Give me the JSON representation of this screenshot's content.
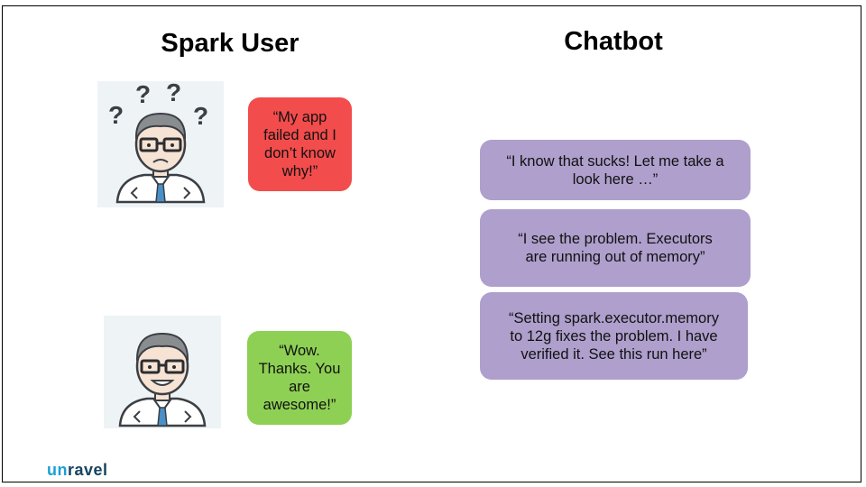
{
  "headings": {
    "user": "Spark User",
    "bot": "Chatbot"
  },
  "user_messages": [
    "“My app\nfailed and I\ndon’t know\nwhy!”",
    "“Wow.\nThanks. You\nare\nawesome!”"
  ],
  "bot_messages": [
    "“I know that sucks! Let me take a\nlook here …”",
    "“I see the problem. Executors\nare running out of memory”",
    "“Setting spark.executor.memory\nto 12g fixes the problem. I have\nverified it. See this run here”"
  ],
  "logo": {
    "first": "un",
    "rest": "ravel"
  },
  "colors": {
    "user_problem": "#f34c4c",
    "user_thanks": "#8ed054",
    "bot": "#ae9fcc",
    "logo_text": "#16435f",
    "logo_accent": "#1aa0d8"
  },
  "icons": [
    "confused-user-icon",
    "happy-user-icon"
  ]
}
